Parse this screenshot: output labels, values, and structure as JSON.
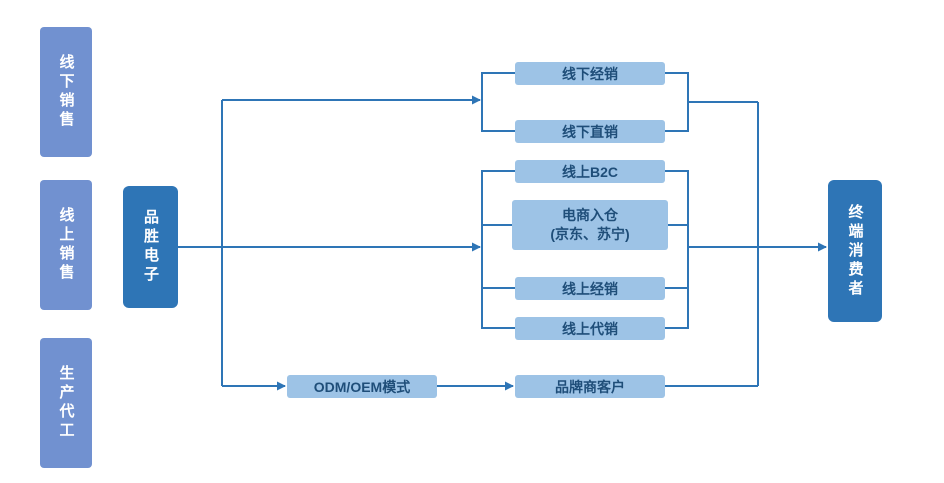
{
  "diagram": {
    "categories": [
      {
        "label": "线下销售"
      },
      {
        "label": "线上销售"
      },
      {
        "label": "生产代工"
      }
    ],
    "source": {
      "label": "品胜电子"
    },
    "target": {
      "label": "终端消费者"
    },
    "channels": {
      "offline_distribution": "线下经销",
      "offline_direct": "线下直销",
      "online_b2c": "线上B2C",
      "ecommerce_line1": "电商入仓",
      "ecommerce_line2": "(京东、苏宁)",
      "online_distribution": "线上经销",
      "online_consignment": "线上代销",
      "odm_oem": "ODM/OEM模式",
      "brand_customer": "品牌商客户"
    },
    "colors": {
      "dark_blue": "#2E75B6",
      "medium_blue": "#7191D0",
      "light_blue": "#9DC3E6",
      "text_dark": "#1F4E79"
    }
  }
}
